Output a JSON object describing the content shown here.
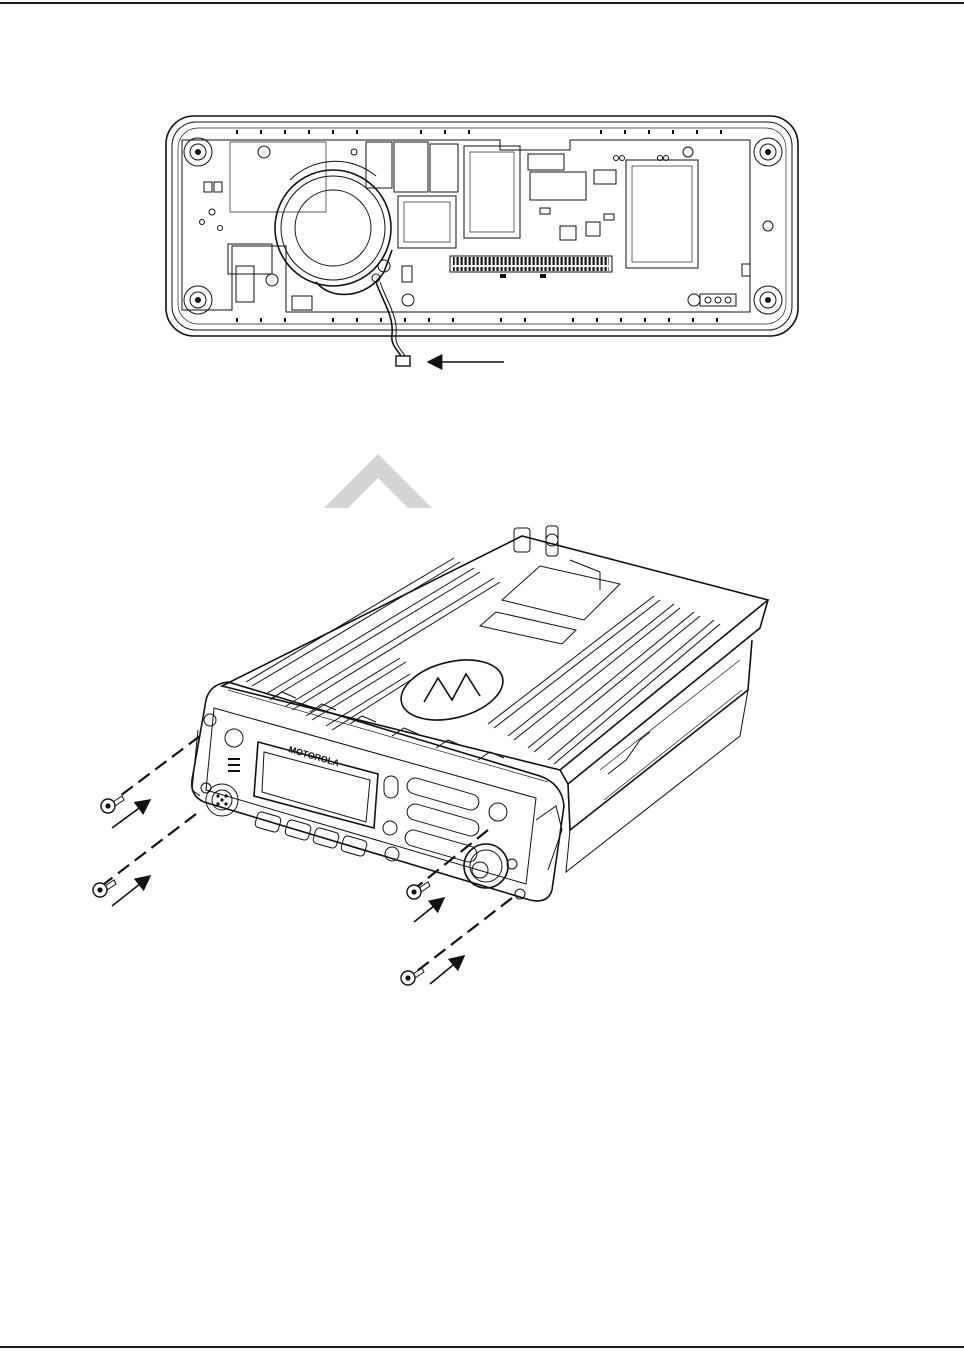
{
  "figure": {
    "top_panel": "front-panel-board",
    "bottom_panel": "radio-assembly",
    "brand_mark": "MOTOROLA",
    "icons": [
      "arrow-icon",
      "screw-icon",
      "upward-chevron-icon",
      "motorola-logo-icon"
    ],
    "colors": {
      "line": "#111111",
      "chevron": "#d4d4d4",
      "background": "#ffffff"
    }
  }
}
